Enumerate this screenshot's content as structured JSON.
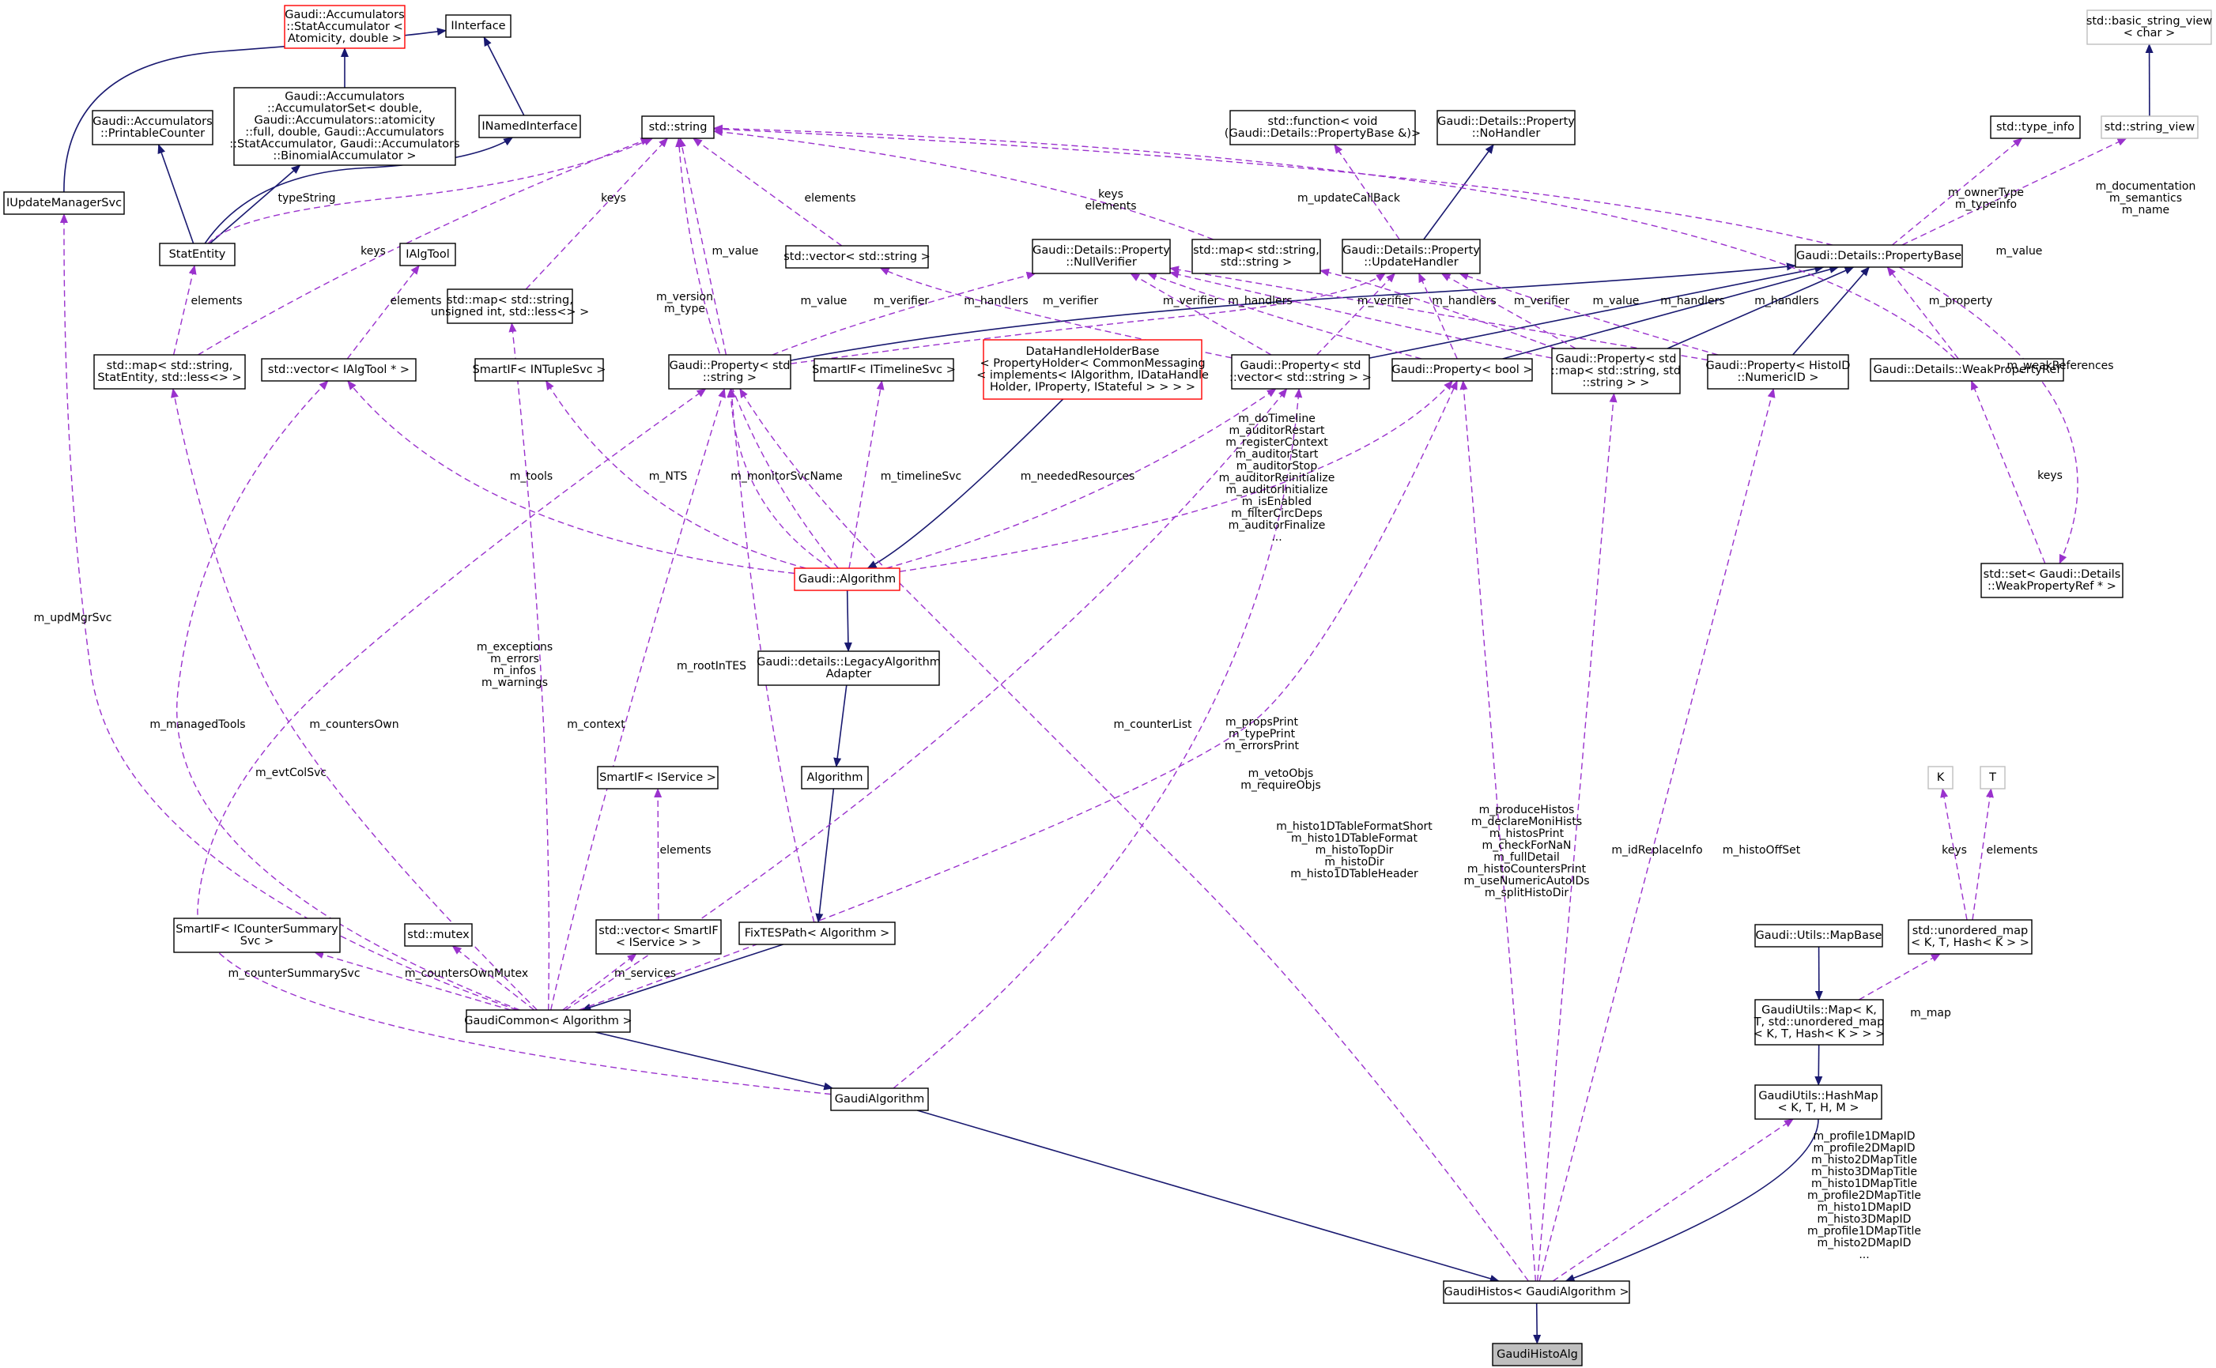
{
  "colors": {
    "inherit": "#191970",
    "use": "#9a32cd",
    "focus": "#bfbfbf",
    "highlight": "#ff0000",
    "template": "#bfbfbf"
  },
  "nodes": [
    {
      "id": "statacc",
      "lines": [
        "Gaudi::Accumulators",
        "::StatAccumulator <",
        "Atomicity, double >"
      ],
      "style": "red"
    },
    {
      "id": "iinterface",
      "lines": [
        "IInterface"
      ],
      "style": "normal"
    },
    {
      "id": "accset",
      "lines": [
        "Gaudi::Accumulators",
        "::AccumulatorSet< double,",
        "Gaudi::Accumulators::atomicity",
        "::full, double, Gaudi::Accumulators",
        "::StatAccumulator, Gaudi::Accumulators",
        "::BinomialAccumulator >"
      ],
      "style": "normal"
    },
    {
      "id": "printable",
      "lines": [
        "Gaudi::Accumulators",
        "::PrintableCounter"
      ],
      "style": "normal"
    },
    {
      "id": "inamed",
      "lines": [
        "INamedInterface"
      ],
      "style": "normal"
    },
    {
      "id": "stdstring",
      "lines": [
        "std::string"
      ],
      "style": "normal"
    },
    {
      "id": "iupdmgr",
      "lines": [
        "IUpdateManagerSvc"
      ],
      "style": "normal"
    },
    {
      "id": "statentity",
      "lines": [
        "StatEntity"
      ],
      "style": "normal"
    },
    {
      "id": "ialgtool",
      "lines": [
        "IAlgTool"
      ],
      "style": "normal"
    },
    {
      "id": "mapuint",
      "lines": [
        "std::map< std::string,",
        "unsigned int, std::less<> >"
      ],
      "style": "normal"
    },
    {
      "id": "mapstat",
      "lines": [
        "std::map< std::string,",
        "StatEntity, std::less<> >"
      ],
      "style": "normal"
    },
    {
      "id": "vecalgtool",
      "lines": [
        "std::vector< IAlgTool * >"
      ],
      "style": "normal"
    },
    {
      "id": "ntuplesvc",
      "lines": [
        "SmartIF< INTupleSvc >"
      ],
      "style": "normal"
    },
    {
      "id": "propstring",
      "lines": [
        "Gaudi::Property< std",
        "::string >"
      ],
      "style": "normal"
    },
    {
      "id": "timelinesvc",
      "lines": [
        "SmartIF< ITimelineSvc >"
      ],
      "style": "normal"
    },
    {
      "id": "vecstring",
      "lines": [
        "std::vector< std::string >"
      ],
      "style": "normal"
    },
    {
      "id": "funcvoid",
      "lines": [
        "std::function< void",
        "(Gaudi::Details::PropertyBase &)>"
      ],
      "style": "normal"
    },
    {
      "id": "nohandler",
      "lines": [
        "Gaudi::Details::Property",
        "::NoHandler"
      ],
      "style": "normal"
    },
    {
      "id": "nullverifier",
      "lines": [
        "Gaudi::Details::Property",
        "::NullVerifier"
      ],
      "style": "normal"
    },
    {
      "id": "mapstrstr",
      "lines": [
        "std::map< std::string,",
        "std::string >"
      ],
      "style": "normal"
    },
    {
      "id": "updatehandler",
      "lines": [
        "Gaudi::Details::Property",
        "::UpdateHandler"
      ],
      "style": "normal"
    },
    {
      "id": "datahandle",
      "lines": [
        "DataHandleHolderBase",
        "< PropertyHolder< CommonMessaging",
        "< implements< IAlgorithm, IDataHandle",
        "Holder, IProperty, IStateful > > > >"
      ],
      "style": "red"
    },
    {
      "id": "propvecstring",
      "lines": [
        "Gaudi::Property< std",
        "::vector< std::string > >"
      ],
      "style": "normal"
    },
    {
      "id": "propbool",
      "lines": [
        "Gaudi::Property< bool >"
      ],
      "style": "normal"
    },
    {
      "id": "propmap",
      "lines": [
        "Gaudi::Property< std",
        "::map< std::string, std",
        "::string > >"
      ],
      "style": "normal"
    },
    {
      "id": "prophistoid",
      "lines": [
        "Gaudi::Property< HistoID",
        "::NumericID >"
      ],
      "style": "normal"
    },
    {
      "id": "typeinfo",
      "lines": [
        "std::type_info"
      ],
      "style": "normal"
    },
    {
      "id": "basicsv",
      "lines": [
        "std::basic_string_view",
        "< char >"
      ],
      "style": "gray"
    },
    {
      "id": "stringview",
      "lines": [
        "std::string_view"
      ],
      "style": "gray"
    },
    {
      "id": "propbase",
      "lines": [
        "Gaudi::Details::PropertyBase"
      ],
      "style": "normal"
    },
    {
      "id": "weakref",
      "lines": [
        "Gaudi::Details::WeakPropertyRef"
      ],
      "style": "normal"
    },
    {
      "id": "setweak",
      "lines": [
        "std::set< Gaudi::Details",
        "::WeakPropertyRef * >"
      ],
      "style": "normal"
    },
    {
      "id": "algorithm",
      "lines": [
        "Gaudi::Algorithm"
      ],
      "style": "red"
    },
    {
      "id": "legacy",
      "lines": [
        "Gaudi::details::LegacyAlgorithm",
        "Adapter"
      ],
      "style": "normal"
    },
    {
      "id": "algorithm2",
      "lines": [
        "Algorithm"
      ],
      "style": "normal"
    },
    {
      "id": "isvc",
      "lines": [
        "SmartIF< IService >"
      ],
      "style": "normal"
    },
    {
      "id": "vecsmartif",
      "lines": [
        "std::vector< SmartIF",
        "< IService > >"
      ],
      "style": "normal"
    },
    {
      "id": "fixtes",
      "lines": [
        "FixTESPath< Algorithm >"
      ],
      "style": "normal"
    },
    {
      "id": "countersum",
      "lines": [
        "SmartIF< ICounterSummary",
        "Svc >"
      ],
      "style": "normal"
    },
    {
      "id": "mutex",
      "lines": [
        "std::mutex"
      ],
      "style": "normal"
    },
    {
      "id": "gaudicommon",
      "lines": [
        "GaudiCommon< Algorithm >"
      ],
      "style": "normal"
    },
    {
      "id": "gaudialgorithm",
      "lines": [
        "GaudiAlgorithm"
      ],
      "style": "normal"
    },
    {
      "id": "tk",
      "lines": [
        "K"
      ],
      "style": "gray"
    },
    {
      "id": "tt",
      "lines": [
        "T"
      ],
      "style": "gray"
    },
    {
      "id": "unordmap",
      "lines": [
        "std::unordered_map",
        "< K, T, Hash< K > >"
      ],
      "style": "normal"
    },
    {
      "id": "mapbase",
      "lines": [
        "Gaudi::Utils::MapBase"
      ],
      "style": "normal"
    },
    {
      "id": "utilsmap",
      "lines": [
        "GaudiUtils::Map< K,",
        "T, std::unordered_map",
        "< K, T, Hash< K > > >"
      ],
      "style": "normal"
    },
    {
      "id": "hashmap",
      "lines": [
        "GaudiUtils::HashMap",
        "< K, T, H, M >"
      ],
      "style": "normal"
    },
    {
      "id": "gaudihistos",
      "lines": [
        "GaudiHistos< GaudiAlgorithm >"
      ],
      "style": "normal"
    },
    {
      "id": "histoalg",
      "lines": [
        "GaudiHistoAlg"
      ],
      "style": "focus"
    }
  ],
  "edge_labels": [
    {
      "id": "l_typestring",
      "lines": [
        "typeString"
      ]
    },
    {
      "id": "l_keys_statmap",
      "lines": [
        "keys"
      ]
    },
    {
      "id": "l_keys_uintmap",
      "lines": [
        "keys"
      ]
    },
    {
      "id": "l_elements_vecstr",
      "lines": [
        "elements"
      ]
    },
    {
      "id": "l_keys_elements_mapstr",
      "lines": [
        "keys",
        "elements"
      ]
    },
    {
      "id": "l_elements_statentity",
      "lines": [
        "elements"
      ]
    },
    {
      "id": "l_elements_algtool",
      "lines": [
        "elements"
      ]
    },
    {
      "id": "l_value_propstring",
      "lines": [
        "m_value"
      ]
    },
    {
      "id": "l_version",
      "lines": [
        "m_version",
        "m_type"
      ]
    },
    {
      "id": "l_value_vecstring",
      "lines": [
        "m_value"
      ]
    },
    {
      "id": "l_verifier_1",
      "lines": [
        "m_verifier"
      ]
    },
    {
      "id": "l_handlers_1",
      "lines": [
        "m_handlers"
      ]
    },
    {
      "id": "l_verifier_2",
      "lines": [
        "m_verifier"
      ]
    },
    {
      "id": "l_verifier_3",
      "lines": [
        "m_verifier"
      ]
    },
    {
      "id": "l_handlers_2",
      "lines": [
        "m_handlers"
      ]
    },
    {
      "id": "l_verifier_4",
      "lines": [
        "m_verifier"
      ]
    },
    {
      "id": "l_handlers_3",
      "lines": [
        "m_handlers"
      ]
    },
    {
      "id": "l_verifier_5",
      "lines": [
        "m_verifier"
      ]
    },
    {
      "id": "l_value_mapstr",
      "lines": [
        "m_value"
      ]
    },
    {
      "id": "l_handlers_4",
      "lines": [
        "m_handlers"
      ]
    },
    {
      "id": "l_handlers_5",
      "lines": [
        "m_handlers"
      ]
    },
    {
      "id": "l_updatecallback",
      "lines": [
        "m_updateCallBack"
      ]
    },
    {
      "id": "l_ownertype",
      "lines": [
        "m_ownerType",
        "m_typeinfo"
      ]
    },
    {
      "id": "l_documentation",
      "lines": [
        "m_documentation",
        "m_semantics",
        "m_name"
      ]
    },
    {
      "id": "l_value_weak",
      "lines": [
        "m_value"
      ]
    },
    {
      "id": "l_property",
      "lines": [
        "m_property"
      ]
    },
    {
      "id": "l_weakrefs",
      "lines": [
        "m_weakReferences"
      ]
    },
    {
      "id": "l_keys_set",
      "lines": [
        "keys"
      ]
    },
    {
      "id": "l_tools",
      "lines": [
        "m_tools"
      ]
    },
    {
      "id": "l_nts",
      "lines": [
        "m_NTS"
      ]
    },
    {
      "id": "l_monitorsvc",
      "lines": [
        "m_monitorSvcName"
      ]
    },
    {
      "id": "l_timelinesvc",
      "lines": [
        "m_timelineSvc"
      ]
    },
    {
      "id": "l_neededresources",
      "lines": [
        "m_neededResources"
      ]
    },
    {
      "id": "l_dotimeline",
      "lines": [
        "m_doTimeline",
        "m_auditorRestart",
        "m_registerContext",
        "m_auditorStart",
        "m_auditorStop",
        "m_auditorReinitialize",
        "m_auditorInitialize",
        "m_isEnabled",
        "m_filterCircDeps",
        "m_auditorFinalize",
        "..."
      ]
    },
    {
      "id": "l_updmgrsvc",
      "lines": [
        "m_updMgrSvc"
      ]
    },
    {
      "id": "l_exceptions",
      "lines": [
        "m_exceptions",
        "m_errors",
        "m_infos",
        "m_warnings"
      ]
    },
    {
      "id": "l_roottes",
      "lines": [
        "m_rootInTES"
      ]
    },
    {
      "id": "l_managedtools",
      "lines": [
        "m_managedTools"
      ]
    },
    {
      "id": "l_countersown",
      "lines": [
        "m_countersOwn"
      ]
    },
    {
      "id": "l_context",
      "lines": [
        "m_context"
      ]
    },
    {
      "id": "l_counterlist",
      "lines": [
        "m_counterList"
      ]
    },
    {
      "id": "l_propsprint",
      "lines": [
        "m_propsPrint",
        "m_typePrint",
        "m_errorsPrint"
      ]
    },
    {
      "id": "l_evtcolsvc",
      "lines": [
        "m_evtColSvc"
      ]
    },
    {
      "id": "l_vetoobjs",
      "lines": [
        "m_vetoObjs",
        "m_requireObjs"
      ]
    },
    {
      "id": "l_histo1dtable",
      "lines": [
        "m_histo1DTableFormatShort",
        "m_histo1DTableFormat",
        "m_histoTopDir",
        "m_histoDir",
        "m_histo1DTableHeader"
      ]
    },
    {
      "id": "l_producehistos",
      "lines": [
        "m_produceHistos",
        "m_declareMoniHists",
        "m_histosPrint",
        "m_checkForNaN",
        "m_fullDetail",
        "m_histoCountersPrint",
        "m_useNumericAutoIDs",
        "m_splitHistoDir"
      ]
    },
    {
      "id": "l_idreplace",
      "lines": [
        "m_idReplaceInfo"
      ]
    },
    {
      "id": "l_histooffset",
      "lines": [
        "m_histoOffSet"
      ]
    },
    {
      "id": "l_elements_isvc",
      "lines": [
        "elements"
      ]
    },
    {
      "id": "l_countersummary",
      "lines": [
        "m_counterSummarySvc"
      ]
    },
    {
      "id": "l_countersownmutex",
      "lines": [
        "m_countersOwnMutex"
      ]
    },
    {
      "id": "l_services",
      "lines": [
        "m_services"
      ]
    },
    {
      "id": "l_keys_unord",
      "lines": [
        "keys"
      ]
    },
    {
      "id": "l_elements_unord",
      "lines": [
        "elements"
      ]
    },
    {
      "id": "l_map",
      "lines": [
        "m_map"
      ]
    },
    {
      "id": "l_profilemaps",
      "lines": [
        "m_profile1DMapID",
        "m_profile2DMapID",
        "m_histo2DMapTitle",
        "m_histo3DMapTitle",
        "m_histo1DMapTitle",
        "m_profile2DMapTitle",
        "m_histo1DMapID",
        "m_histo3DMapID",
        "m_profile1DMapTitle",
        "m_histo2DMapID",
        "..."
      ]
    }
  ]
}
